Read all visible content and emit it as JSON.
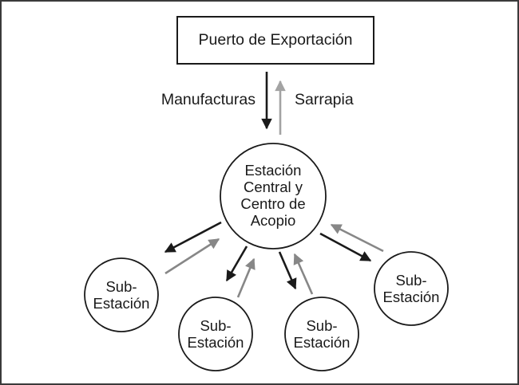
{
  "diagram": {
    "title_box": {
      "label": "Puerto de Exportación"
    },
    "vertical_flows": {
      "down_label": "Manufacturas",
      "up_label": "Sarrapia"
    },
    "central_node": {
      "line1": "Estación",
      "line2": "Central y",
      "line3": "Centro de",
      "line4": "Acopio"
    },
    "sub_nodes": [
      {
        "line1": "Sub-",
        "line2": "Estación"
      },
      {
        "line1": "Sub-",
        "line2": "Estación"
      },
      {
        "line1": "Sub-",
        "line2": "Estación"
      },
      {
        "line1": "Sub-",
        "line2": "Estación"
      }
    ],
    "colors": {
      "outflow_arrow": "#1a1a1a",
      "return_arrow_vertical": "#a3a3a3",
      "return_arrow_diagonal": "#878787",
      "node_stroke": "#1a1a1a",
      "frame_border": "#3a3a3a"
    }
  }
}
